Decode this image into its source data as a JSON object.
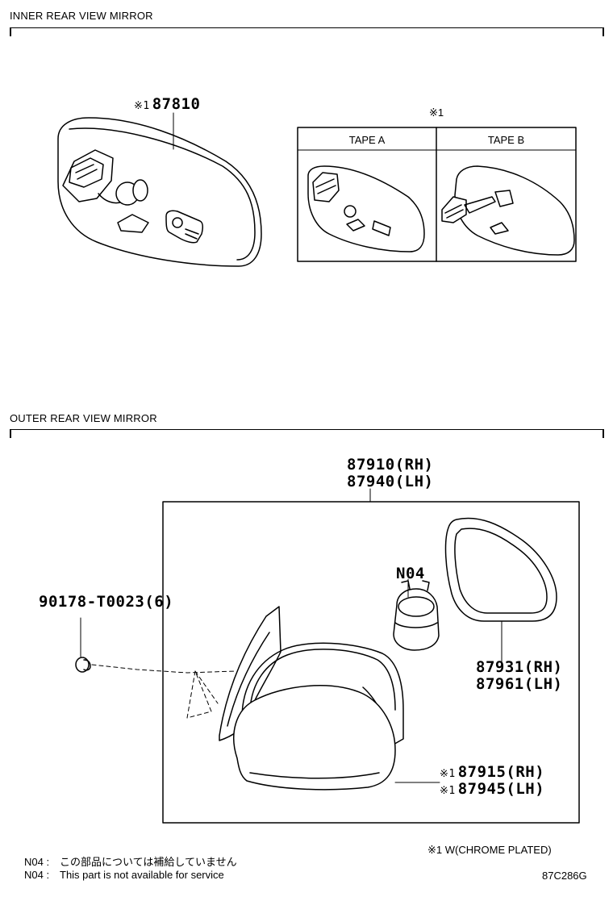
{
  "sections": {
    "inner": {
      "title": "INNER REAR VIEW MIRROR"
    },
    "outer": {
      "title": "OUTER REAR VIEW MIRROR"
    }
  },
  "inner": {
    "mirror_mark": "※1",
    "mirror_part": "87810",
    "tape_box_mark": "※1",
    "tape_a_label": "TAPE A",
    "tape_b_label": "TAPE B"
  },
  "outer": {
    "assembly_rh": "87910(RH)",
    "assembly_lh": "87940(LH)",
    "clip_part": "90178-T0023(6)",
    "motor_code": "N04",
    "glass_rh": "87931(RH)",
    "glass_lh": "87961(LH)",
    "cover_mark": "※1",
    "cover_rh": "87915(RH)",
    "cover_lh": "87945(LH)"
  },
  "notes": {
    "n1_code": "N04 :",
    "n1_text": "この部品については補給していません",
    "n2_code": "N04 :",
    "n2_text": "This part is not available for service",
    "legend": "※1 W(CHROME PLATED)",
    "figure_code": "87C286G"
  }
}
